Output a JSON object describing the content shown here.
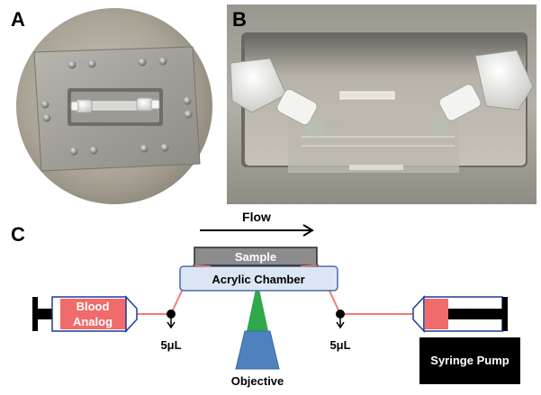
{
  "panels": {
    "a": {
      "label": "A"
    },
    "b": {
      "label": "B"
    },
    "c": {
      "label": "C"
    }
  },
  "schematic": {
    "flow_label": "Flow",
    "sample_label": "Sample",
    "chamber_label": "Acrylic Chamber",
    "blood_label_line1": "Blood",
    "blood_label_line2": "Analog",
    "volume_left": "5μL",
    "volume_right": "5μL",
    "objective_label": "Objective",
    "pump_label": "Syringe Pump"
  },
  "colors": {
    "tube": "#f07b7b",
    "fluid": "#f06b6b",
    "chamber_fill": "#dce6f2",
    "chamber_stroke": "#4a6da8",
    "sample_fill": "#8c8c8c",
    "objective": "#4f81bd",
    "beam": "#2ea84a",
    "pump_box": "#000000"
  }
}
